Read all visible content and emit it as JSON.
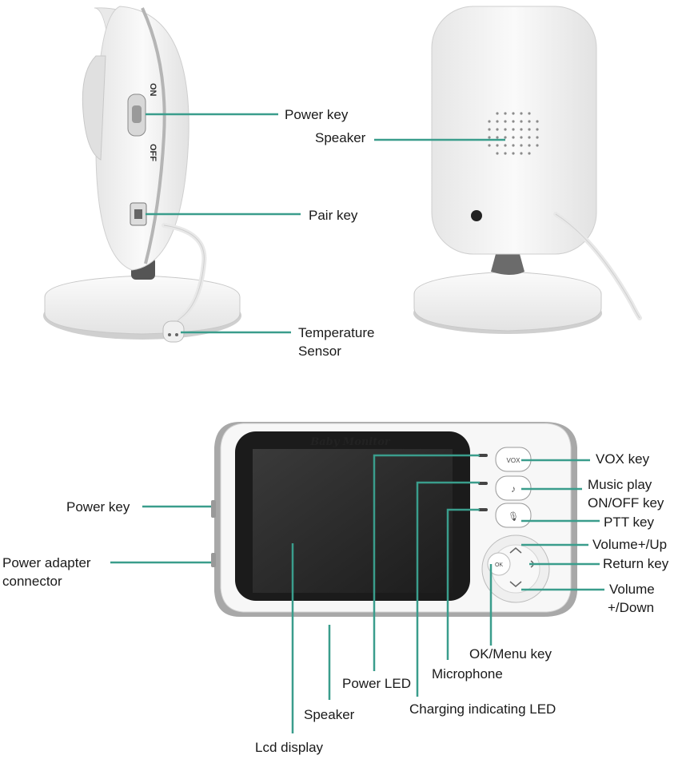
{
  "camera_labels": {
    "power_key": "Power key",
    "speaker": "Speaker",
    "pair_key": "Pair key",
    "temperature_sensor_1": "Temperature",
    "temperature_sensor_2": "Sensor",
    "switch_on": "ON",
    "switch_off": "OFF"
  },
  "monitor_labels": {
    "brand": "Baby Monitor",
    "vox_key": "VOX key",
    "music_1": "Music play",
    "music_2": "ON/OFF key",
    "ptt_key": "PTT key",
    "volume_up": "Volume+/Up",
    "return_key": "Return key",
    "volume_down_1": "Volume",
    "volume_down_2": "+/Down",
    "ok_menu_key": "OK/Menu key",
    "microphone": "Microphone",
    "power_led": "Power LED",
    "charging_led": "Charging indicating LED",
    "speaker": "Speaker",
    "lcd_display": "Lcd display",
    "power_key": "Power key",
    "power_adapter_1": "Power adapter",
    "power_adapter_2": "connector",
    "btn_vox": "VOX",
    "btn_ok": "OK"
  },
  "colors": {
    "callout_line": "#3a9d8c",
    "device_white": "#f4f4f4",
    "device_grey": "#9a9a9a",
    "screen": "#2a2a2a"
  }
}
